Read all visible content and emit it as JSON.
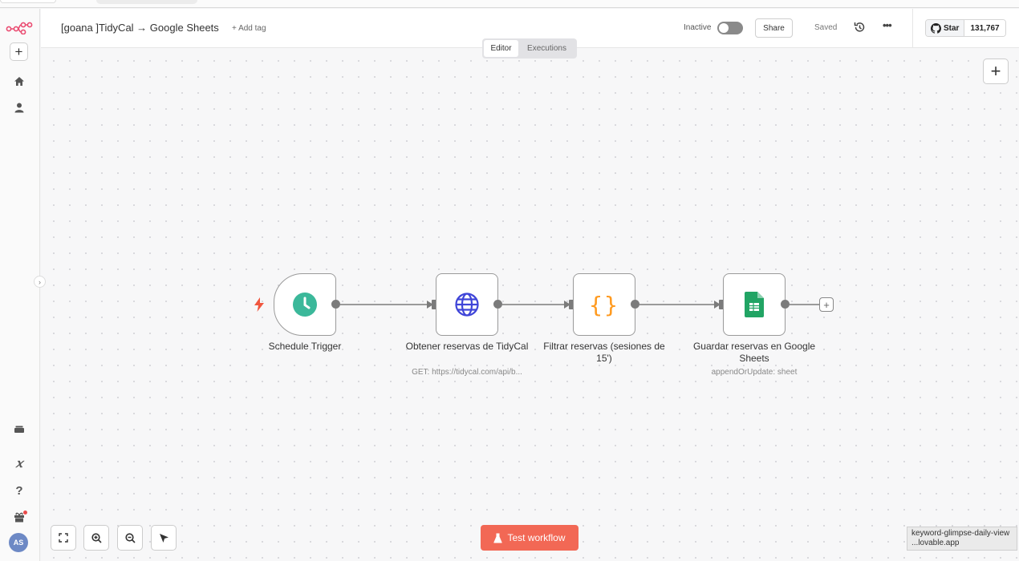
{
  "header": {
    "workflow_name": "[goana ]TidyCal → Google Sheets",
    "add_tag": "+ Add tag",
    "status_label": "Inactive",
    "active": false,
    "share_label": "Share",
    "saved_label": "Saved",
    "more_label": "•••",
    "github": {
      "star_label": "Star",
      "star_count": "131,767"
    }
  },
  "tabs": [
    {
      "label": "Editor",
      "active": true
    },
    {
      "label": "Executions",
      "active": false
    }
  ],
  "sidebar": {
    "icons": [
      "n8n-logo-icon",
      "plus-icon",
      "home-icon",
      "user-icon",
      "templates-icon",
      "variables-icon",
      "help-icon",
      "gift-icon"
    ],
    "variables_glyph": "𝑥",
    "help_glyph": "?",
    "avatar_initials": "AS"
  },
  "nodes": [
    {
      "name": "Schedule Trigger",
      "subtitle": "",
      "icon": "clock-icon",
      "color": "#3bb89a"
    },
    {
      "name": "Obtener reservas de TidyCal",
      "subtitle": "GET: https://tidycal.com/api/b...",
      "icon": "globe-icon",
      "color": "#3f45d8"
    },
    {
      "name": "Filtrar reservas (sesiones de 15')",
      "subtitle": "",
      "icon": "code-braces-icon",
      "color": "#ff9a1f"
    },
    {
      "name": "Guardar reservas en Google Sheets",
      "subtitle": "appendOrUpdate: sheet",
      "icon": "google-sheets-icon",
      "color": "#21a464"
    }
  ],
  "code_glyph": "{}",
  "test_button": {
    "label": "Test workflow"
  },
  "tooltip": {
    "line1": "keyword-glimpse-daily-view",
    "line2": "...lovable.app"
  },
  "colors": {
    "accent": "#f26855",
    "trigger_bolt": "#f0573f",
    "canvas": "#f7f7f8"
  }
}
